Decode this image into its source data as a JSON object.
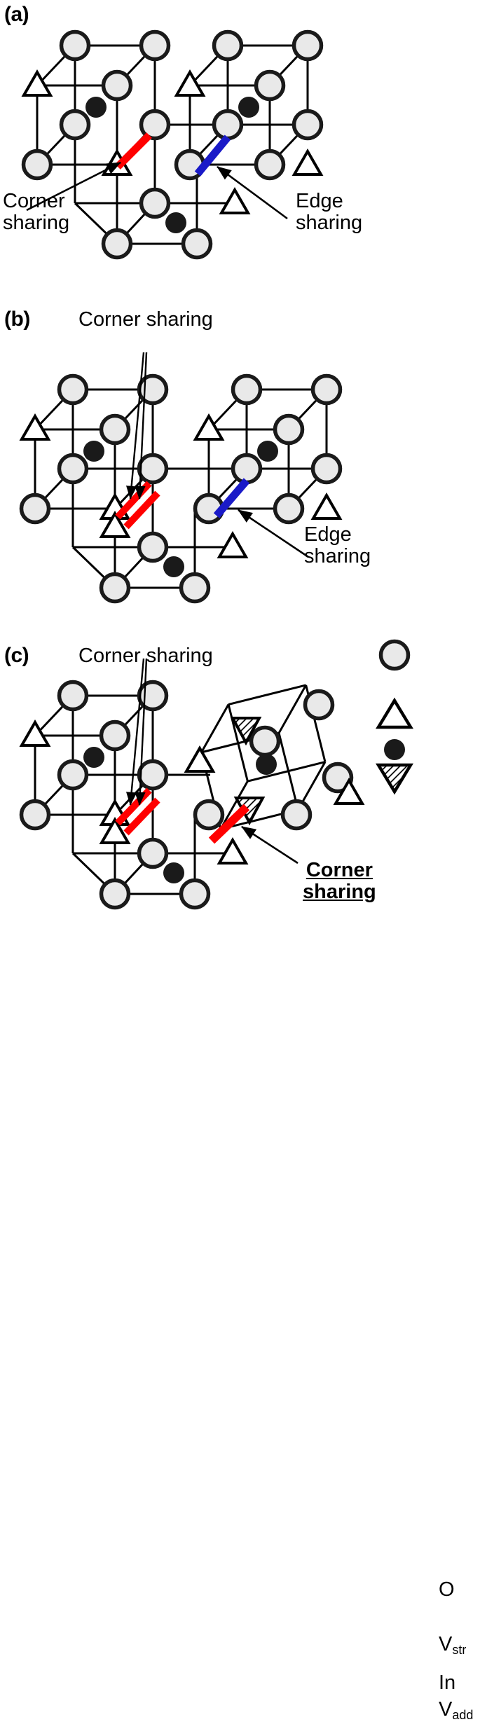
{
  "figure": {
    "type": "crystal-structure-diagram",
    "description": "Three schematic panels of InO6 polyhedra connectivity showing corner sharing and edge sharing with structural and additional oxygen vacancies",
    "background_color": "#ffffff",
    "colors": {
      "oxygen_fill": "#e9e9e9",
      "oxygen_stroke": "#1a1a1a",
      "indium_fill": "#1a1a1a",
      "vacancy_stroke": "#000000",
      "corner_sharing_bond": "#ff0000",
      "edge_sharing_bond": "#1a1ac8",
      "line": "#000000"
    }
  },
  "panels": [
    {
      "id": "a",
      "label": "(a)",
      "annotations": [
        {
          "name": "corner-sharing",
          "text": "Corner\nsharing",
          "bond_color": "#ff0000",
          "bold": false
        },
        {
          "name": "edge-sharing",
          "text": "Edge\nsharing",
          "bond_color": "#1a1ac8",
          "bold": false
        }
      ]
    },
    {
      "id": "b",
      "label": "(b)",
      "annotations": [
        {
          "name": "corner-sharing",
          "text": "Corner sharing",
          "bond_color": "#ff0000",
          "bold": false
        },
        {
          "name": "edge-sharing",
          "text": "Edge\nsharing",
          "bond_color": "#1a1ac8",
          "bold": false
        }
      ]
    },
    {
      "id": "c",
      "label": "(c)",
      "annotations": [
        {
          "name": "corner-sharing-top",
          "text": "Corner sharing",
          "bond_color": "#ff0000",
          "bold": false
        },
        {
          "name": "corner-sharing-emphasized",
          "text": "Corner\nsharing",
          "bond_color": "#ff0000",
          "bold": true
        }
      ]
    }
  ],
  "legend": {
    "items": [
      {
        "symbol": "circle-gray",
        "label": "O",
        "sub": ""
      },
      {
        "symbol": "triangle-up-open",
        "label": "V",
        "sub": "str"
      },
      {
        "symbol": "circle-black",
        "label": "In",
        "sub": ""
      },
      {
        "symbol": "triangle-down-hatched",
        "label": "V",
        "sub": "add"
      }
    ]
  }
}
